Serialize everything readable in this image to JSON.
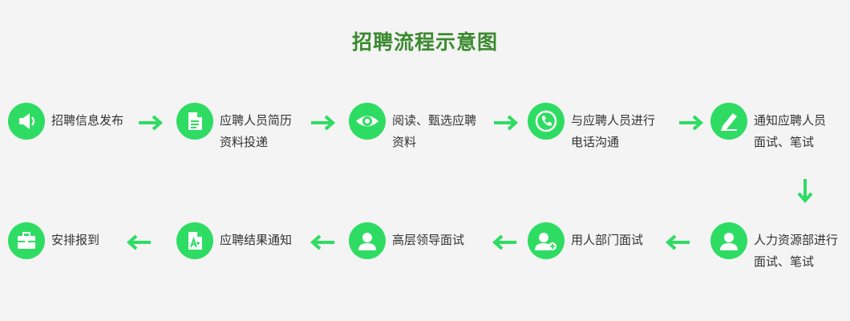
{
  "title": "招聘流程示意图",
  "colors": {
    "accent": "#2fdc63",
    "title": "#3a8a2e",
    "background": "#f4f4f4",
    "text": "#333333"
  },
  "steps": [
    {
      "icon": "megaphone-icon",
      "lines": [
        "招聘信息发布"
      ]
    },
    {
      "icon": "document-icon",
      "lines": [
        "应聘人员简历",
        "资料投递"
      ]
    },
    {
      "icon": "eye-icon",
      "lines": [
        "阅读、甄选应聘",
        "资料"
      ]
    },
    {
      "icon": "phone-icon",
      "lines": [
        "与应聘人员进行",
        "电话沟通"
      ]
    },
    {
      "icon": "pen-icon",
      "lines": [
        "通知应聘人员",
        "面试、笔试"
      ]
    },
    {
      "icon": "user-icon",
      "lines": [
        "人力资源部进行",
        "面试、笔试"
      ]
    },
    {
      "icon": "user-add-icon",
      "lines": [
        "用人部门面试"
      ]
    },
    {
      "icon": "user-icon",
      "lines": [
        "高层领导面试"
      ]
    },
    {
      "icon": "font-file-icon",
      "lines": [
        "应聘结果通知"
      ]
    },
    {
      "icon": "briefcase-icon",
      "lines": [
        "安排报到"
      ]
    }
  ]
}
